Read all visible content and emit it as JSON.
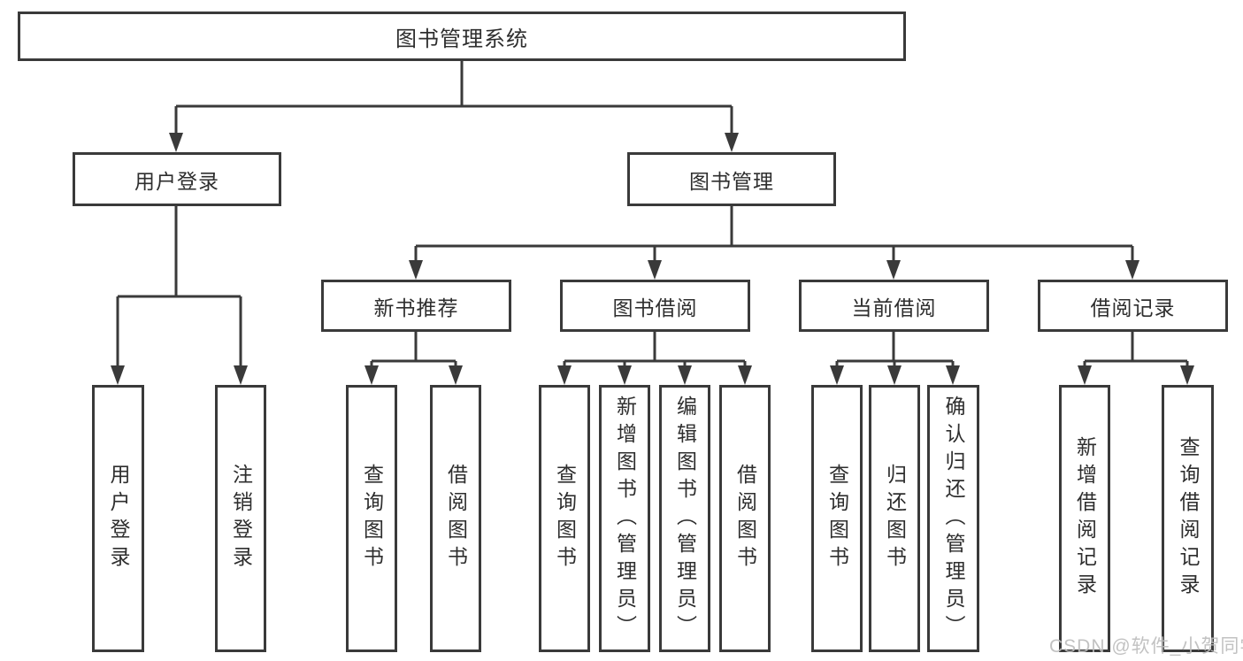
{
  "diagram_type": "functional-structure-tree",
  "colors": {
    "line": "#3a3a3a",
    "box_border": "#3a3a3a",
    "text": "#2e2e2e",
    "background": "#ffffff",
    "watermark": "#bdbdbd"
  },
  "tree": {
    "label": "图书管理系统",
    "children": [
      {
        "label": "用户登录",
        "children": [
          {
            "label": "用户登录"
          },
          {
            "label": "注销登录"
          }
        ]
      },
      {
        "label": "图书管理",
        "children": [
          {
            "label": "新书推荐",
            "children": [
              {
                "label": "查询图书"
              },
              {
                "label": "借阅图书"
              }
            ]
          },
          {
            "label": "图书借阅",
            "children": [
              {
                "label": "查询图书"
              },
              {
                "label": "新增图书（管理员）"
              },
              {
                "label": "编辑图书（管理员）"
              },
              {
                "label": "借阅图书"
              }
            ]
          },
          {
            "label": "当前借阅",
            "children": [
              {
                "label": "查询图书"
              },
              {
                "label": "归还图书"
              },
              {
                "label": "确认归还（管理员）"
              }
            ]
          },
          {
            "label": "借阅记录",
            "children": [
              {
                "label": "新增借阅记录"
              },
              {
                "label": "查询借阅记录"
              }
            ]
          }
        ]
      }
    ]
  },
  "watermark": {
    "text": "CSDN @软件_小贺同学"
  }
}
